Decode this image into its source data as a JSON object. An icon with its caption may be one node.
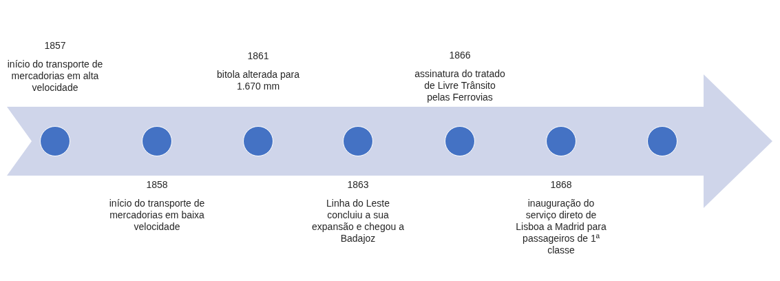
{
  "diagram": {
    "nodes": [
      {
        "text": [],
        "shape": "arrow"
      },
      {
        "text": [],
        "shape": "circle",
        "in": 0,
        "beside": [
          "1857",
          "início do transporte de mercadorias em alta velocidade"
        ]
      },
      {
        "text": [],
        "shape": "circle",
        "in": 0,
        "beside": [
          "1858",
          "início do transporte de mercadorias em baixa velocidade"
        ]
      },
      {
        "text": [],
        "shape": "circle",
        "in": 0,
        "beside": [
          "1861",
          "bitola alterada para 1.670  mm"
        ]
      },
      {
        "text": [],
        "shape": "circle",
        "in": 0,
        "beside": [
          "1863",
          "Linha do Leste concluiu a sua expansão e chegou a Badajoz"
        ]
      },
      {
        "text": [],
        "shape": "circle",
        "in": 0,
        "beside": [
          "1866",
          "assinatura do tratado de Livre Trânsito pelas Ferrovias"
        ]
      },
      {
        "text": [],
        "shape": "circle",
        "in": 0,
        "beside": [
          "1868",
          "inauguração do serviço direto de Lisboa a Madrid para passageiros de 1ª classe"
        ]
      },
      {
        "text": [],
        "shape": "circle",
        "in": 0
      }
    ],
    "edges": []
  }
}
